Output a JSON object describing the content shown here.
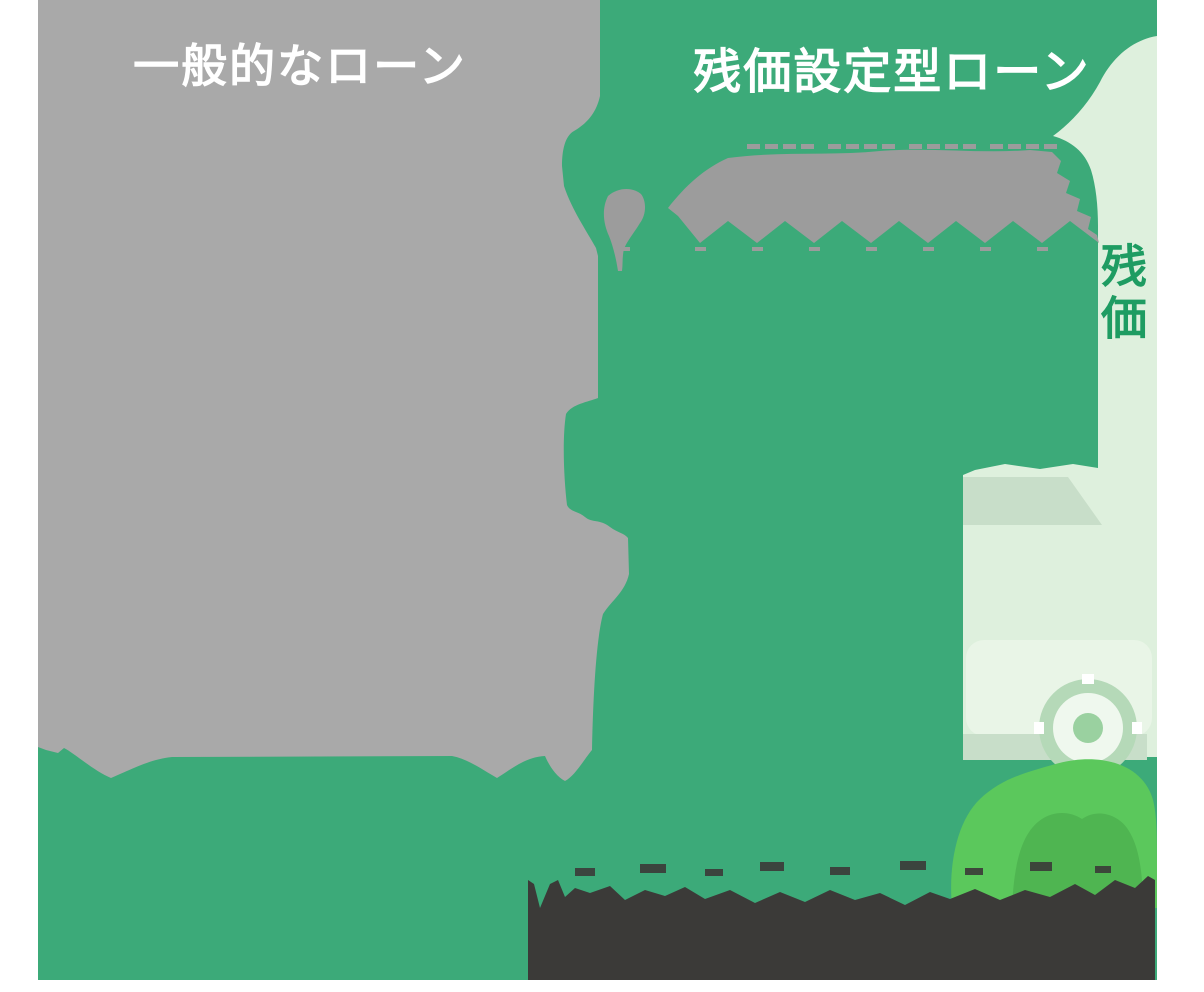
{
  "diagram": {
    "left_panel": {
      "title": "一般的なローン"
    },
    "right_panel": {
      "title": "残価設定型ローン",
      "residual_value_label": "残価"
    }
  },
  "colors": {
    "page_bg": "#FFFFFF",
    "left_panel_bg": "#A9A9A9",
    "right_panel_bg": "#3CAA79",
    "payment_band": "#9C9C9C",
    "residual_band_bg": "#DEF0DD",
    "residual_label_text": "#1E9C62",
    "title_text": "#FFFFFF",
    "ground_band": "#3B3A38",
    "bush_light": "#5BC85C",
    "bush_dark": "#4FB551",
    "car_body": "#DEF0DD",
    "car_shade": "#C8DEC9",
    "car_body_light": "#E9F5E7",
    "wheel_ring": "#B5D9B8",
    "wheel_inner": "#EFF8EE",
    "wheel_hub": "#9AD1A0"
  },
  "shapes": [
    "left-loan-panel",
    "payment-arrows-band",
    "residual-band",
    "car-illustration",
    "wheel-icon",
    "bush-shape",
    "ground-band"
  ]
}
